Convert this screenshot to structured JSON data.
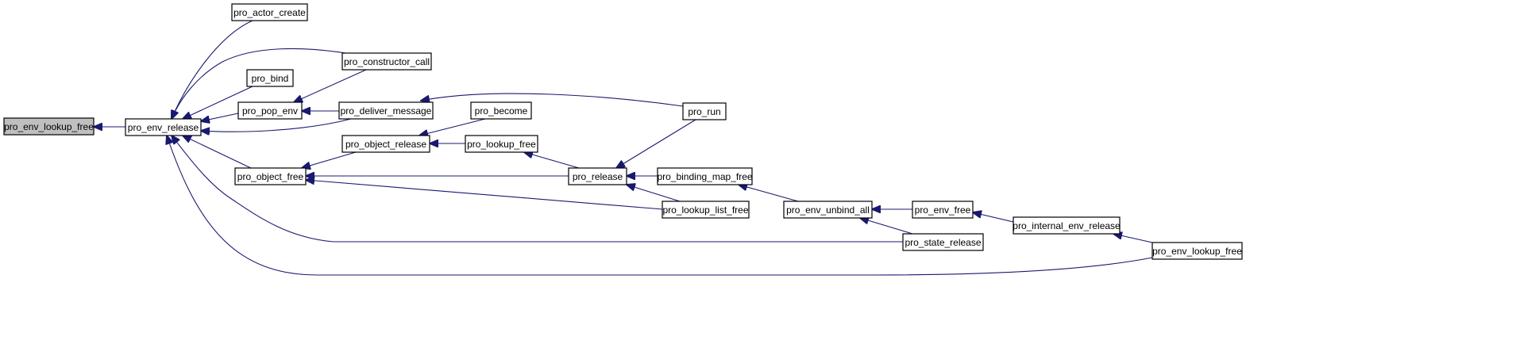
{
  "colors": {
    "edge": "#191970",
    "root_fill": "#bfbfbf",
    "node_fill": "#ffffff",
    "node_border": "#000000"
  },
  "nodes": [
    {
      "id": "pro_env_lookup_free_root",
      "label": "pro_env_lookup_free",
      "root": true
    },
    {
      "id": "pro_env_release",
      "label": "pro_env_release"
    },
    {
      "id": "pro_actor_create",
      "label": "pro_actor_create"
    },
    {
      "id": "pro_constructor_call",
      "label": "pro_constructor_call"
    },
    {
      "id": "pro_bind",
      "label": "pro_bind"
    },
    {
      "id": "pro_pop_env",
      "label": "pro_pop_env"
    },
    {
      "id": "pro_deliver_message",
      "label": "pro_deliver_message"
    },
    {
      "id": "pro_become",
      "label": "pro_become"
    },
    {
      "id": "pro_run",
      "label": "pro_run"
    },
    {
      "id": "pro_object_release",
      "label": "pro_object_release"
    },
    {
      "id": "pro_lookup_free",
      "label": "pro_lookup_free"
    },
    {
      "id": "pro_object_free",
      "label": "pro_object_free"
    },
    {
      "id": "pro_release",
      "label": "pro_release"
    },
    {
      "id": "pro_binding_map_free",
      "label": "pro_binding_map_free"
    },
    {
      "id": "pro_lookup_list_free",
      "label": "pro_lookup_list_free"
    },
    {
      "id": "pro_env_unbind_all",
      "label": "pro_env_unbind_all"
    },
    {
      "id": "pro_env_free",
      "label": "pro_env_free"
    },
    {
      "id": "pro_internal_env_release",
      "label": "pro_internal_env_release"
    },
    {
      "id": "pro_state_release",
      "label": "pro_state_release"
    },
    {
      "id": "pro_env_lookup_free",
      "label": "pro_env_lookup_free"
    }
  ],
  "edges": [
    {
      "from": "pro_env_release",
      "to": "pro_env_lookup_free_root"
    },
    {
      "from": "pro_actor_create",
      "to": "pro_env_release"
    },
    {
      "from": "pro_constructor_call",
      "to": "pro_env_release"
    },
    {
      "from": "pro_bind",
      "to": "pro_env_release"
    },
    {
      "from": "pro_pop_env",
      "to": "pro_env_release"
    },
    {
      "from": "pro_deliver_message",
      "to": "pro_env_release"
    },
    {
      "from": "pro_object_free",
      "to": "pro_env_release"
    },
    {
      "from": "pro_state_release",
      "to": "pro_env_release"
    },
    {
      "from": "pro_env_lookup_free",
      "to": "pro_env_release"
    },
    {
      "from": "pro_constructor_call",
      "to": "pro_pop_env"
    },
    {
      "from": "pro_deliver_message",
      "to": "pro_pop_env"
    },
    {
      "from": "pro_run",
      "to": "pro_deliver_message"
    },
    {
      "from": "pro_become",
      "to": "pro_object_release"
    },
    {
      "from": "pro_lookup_free",
      "to": "pro_object_release"
    },
    {
      "from": "pro_object_release",
      "to": "pro_object_free"
    },
    {
      "from": "pro_release",
      "to": "pro_object_free"
    },
    {
      "from": "pro_lookup_list_free",
      "to": "pro_object_free"
    },
    {
      "from": "pro_release",
      "to": "pro_lookup_free"
    },
    {
      "from": "pro_run",
      "to": "pro_release"
    },
    {
      "from": "pro_binding_map_free",
      "to": "pro_release"
    },
    {
      "from": "pro_lookup_list_free",
      "to": "pro_release"
    },
    {
      "from": "pro_env_unbind_all",
      "to": "pro_binding_map_free"
    },
    {
      "from": "pro_env_free",
      "to": "pro_env_unbind_all"
    },
    {
      "from": "pro_state_release",
      "to": "pro_env_unbind_all"
    },
    {
      "from": "pro_internal_env_release",
      "to": "pro_env_free"
    },
    {
      "from": "pro_env_lookup_free",
      "to": "pro_internal_env_release"
    }
  ]
}
